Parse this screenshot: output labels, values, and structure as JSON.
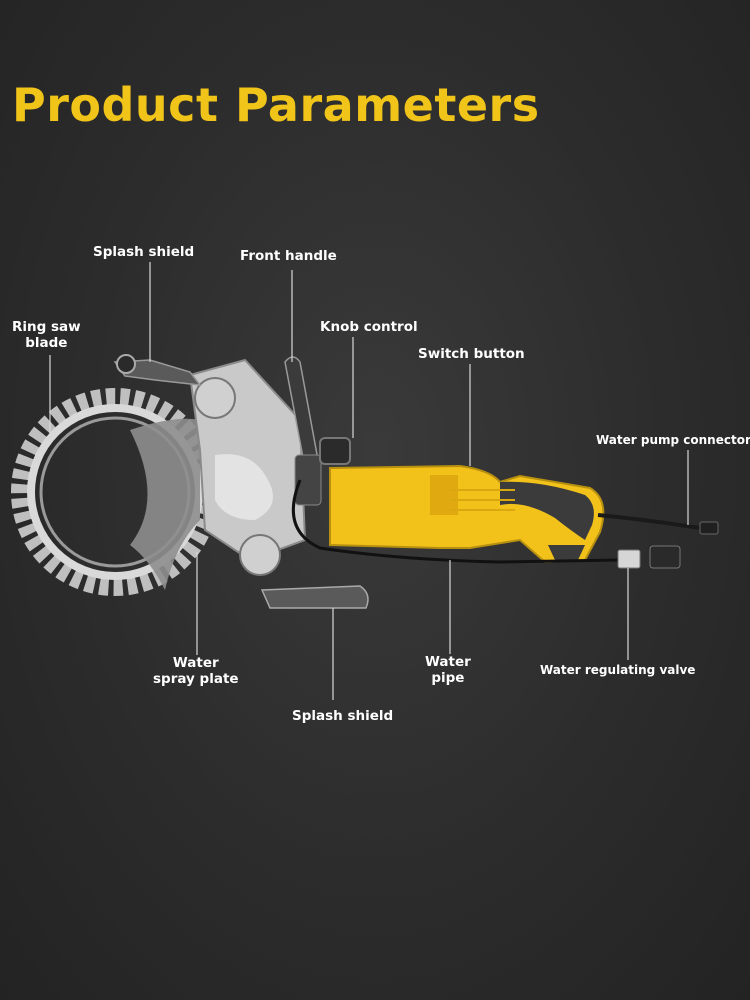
{
  "title": "Product Parameters",
  "colors": {
    "title": "#f0c419",
    "background": "#2c2c2c",
    "tool_body": "#f2c21b",
    "leader": "#d8d8d8",
    "label": "#ffffff"
  },
  "labels": {
    "splash_shield_top": "Splash shield",
    "front_handle": "Front handle",
    "ring_saw_blade": "Ring saw\nblade",
    "knob_control": "Knob control",
    "switch_button": "Switch button",
    "water_pump_connector": "Water pump connector",
    "water_spray_plate": "Water\nspray plate",
    "water_pipe": "Water\npipe",
    "water_regulating_valve": "Water regulating valve",
    "splash_shield_bottom": "Splash shield"
  }
}
